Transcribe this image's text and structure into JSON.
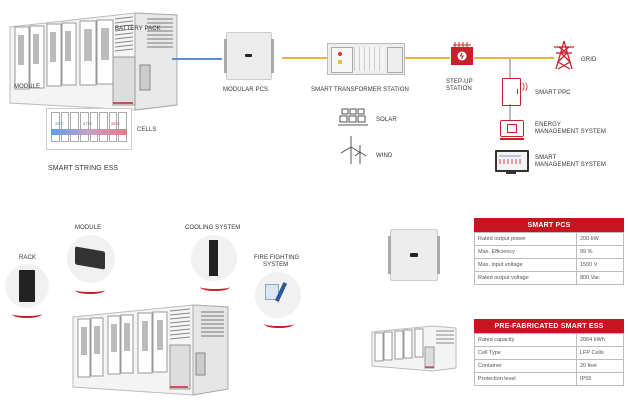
{
  "top_diagram": {
    "ess": {
      "title": "SMART STRING ESS",
      "battery_pack": "BATTERY PACK",
      "module": "MODULE",
      "cells": "CELLS",
      "cell_temps": [
        "25°C",
        "27°C",
        "28°C"
      ]
    },
    "pcs": "MODULAR PCS",
    "transformer": "SMART TRANSFORMER STATION",
    "solar": "SOLAR",
    "wind": "WIND",
    "step_up": [
      "STEP-UP",
      "STATION"
    ],
    "grid": "GRID",
    "ppc": "SMART PPC",
    "ems": [
      "ENERGY",
      "MANAGEMENT SYSTEM"
    ],
    "sms": [
      "SMART",
      "MANAGEMENT SYSTEM"
    ]
  },
  "bottom_diagram": {
    "rack": "RACK",
    "module": "MODULE",
    "cooling": "COOLING SYSTEM",
    "fire": [
      "FIRE FIGHTING",
      "SYSTEM"
    ]
  },
  "tables": [
    {
      "title": "SMART PCS",
      "rows": [
        [
          "Rated output power",
          "200 kW"
        ],
        [
          "Max. Efficiency",
          "99 %"
        ],
        [
          "Max. input voltage",
          "1500 V"
        ],
        [
          "Rated output voltage",
          "800 Vac"
        ]
      ]
    },
    {
      "title": "PRE-FABRICATED SMART ESS",
      "rows": [
        [
          "Rated capacity",
          "2064 kWh"
        ],
        [
          "Cell Type",
          "LFP Cells"
        ],
        [
          "Container",
          "20 feet"
        ],
        [
          "Protection level",
          "IP55"
        ]
      ]
    }
  ],
  "colors": {
    "accent": "#c8141e",
    "dc_line": "#5b8fd1",
    "ac_line": "#e8b73a"
  }
}
